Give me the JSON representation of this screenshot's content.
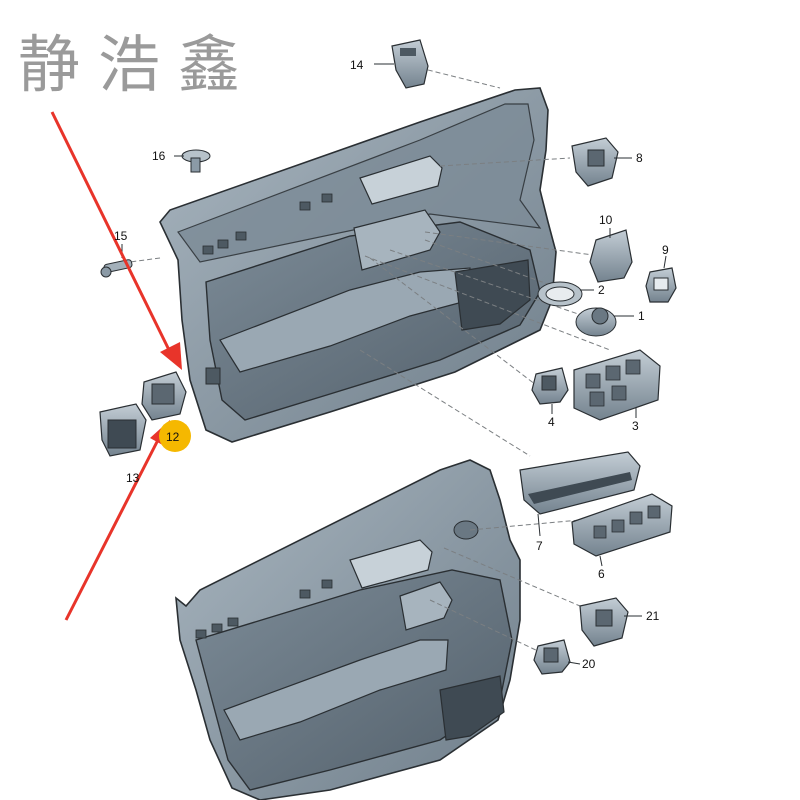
{
  "watermark": "静浩鑫",
  "callouts": {
    "c1": "1",
    "c2": "2",
    "c3": "3",
    "c4": "4",
    "c6": "6",
    "c7": "7",
    "c8": "8",
    "c9": "9",
    "c10": "10",
    "c12": "12",
    "c13": "13",
    "c14": "14",
    "c15": "15",
    "c16": "16",
    "c20": "20",
    "c21": "21"
  },
  "colors": {
    "part_fill": "#8b9aa6",
    "part_dark": "#5f6c77",
    "part_light": "#b9c4cd",
    "outline": "#2a2f33",
    "arrow": "#e8342a",
    "highlight": "#f5b800"
  },
  "highlighted_callout": "12"
}
